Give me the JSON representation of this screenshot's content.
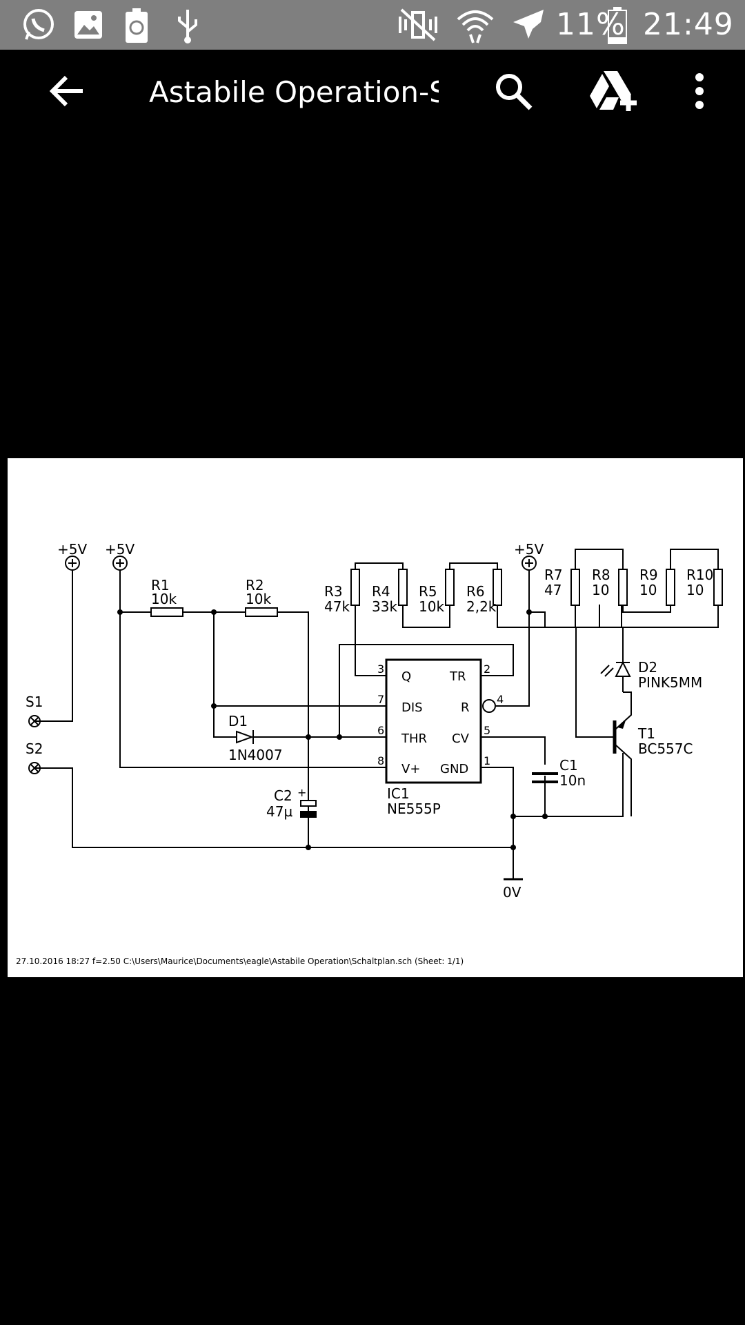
{
  "status_bar": {
    "icons": [
      "whatsapp-icon",
      "gallery-icon",
      "battery-saver-icon",
      "usb-icon",
      "mute-vibrate-icon",
      "wifi-icon",
      "airplane-icon",
      "battery-icon"
    ],
    "battery_percent": "11%",
    "time": "21:49"
  },
  "toolbar": {
    "title": "Astabile Operation-S…",
    "icons": [
      "back-arrow-icon",
      "search-icon",
      "drive-add-icon",
      "more-vert-icon"
    ]
  },
  "schematic": {
    "power_labels": [
      "+5V",
      "+5V",
      "+5V"
    ],
    "switches": [
      {
        "ref": "S1"
      },
      {
        "ref": "S2"
      }
    ],
    "resistors": [
      {
        "ref": "R1",
        "value": "10k"
      },
      {
        "ref": "R2",
        "value": "10k"
      },
      {
        "ref": "R3",
        "value": "47k"
      },
      {
        "ref": "R4",
        "value": "33k"
      },
      {
        "ref": "R5",
        "value": "10k"
      },
      {
        "ref": "R6",
        "value": "2,2k"
      },
      {
        "ref": "R7",
        "value": "47"
      },
      {
        "ref": "R8",
        "value": "10"
      },
      {
        "ref": "R9",
        "value": "10"
      },
      {
        "ref": "R10",
        "value": "10"
      }
    ],
    "diode_d1": {
      "ref": "D1",
      "value": "1N4007"
    },
    "led_d2": {
      "ref": "D2",
      "value": "PINK5MM"
    },
    "transistor": {
      "ref": "T1",
      "value": "BC557C"
    },
    "cap_c1": {
      "ref": "C1",
      "value": "10n"
    },
    "cap_c2": {
      "ref": "C2",
      "value": "47µ",
      "plus": "+"
    },
    "ic": {
      "ref": "IC1",
      "value": "NE555P",
      "pins_left": [
        {
          "num": "3",
          "name": "Q"
        },
        {
          "num": "7",
          "name": "DIS"
        },
        {
          "num": "6",
          "name": "THR"
        },
        {
          "num": "8",
          "name": "V+"
        }
      ],
      "pins_right": [
        {
          "num": "2",
          "name": "TR"
        },
        {
          "num": "4",
          "name": "R"
        },
        {
          "num": "5",
          "name": "CV"
        },
        {
          "num": "1",
          "name": "GND"
        }
      ]
    },
    "ground_label": "0V",
    "footer": "27.10.2016 18:27  f=2.50  C:\\Users\\Maurice\\Documents\\eagle\\Astabile Operation\\Schaltplan.sch (Sheet: 1/1)"
  }
}
